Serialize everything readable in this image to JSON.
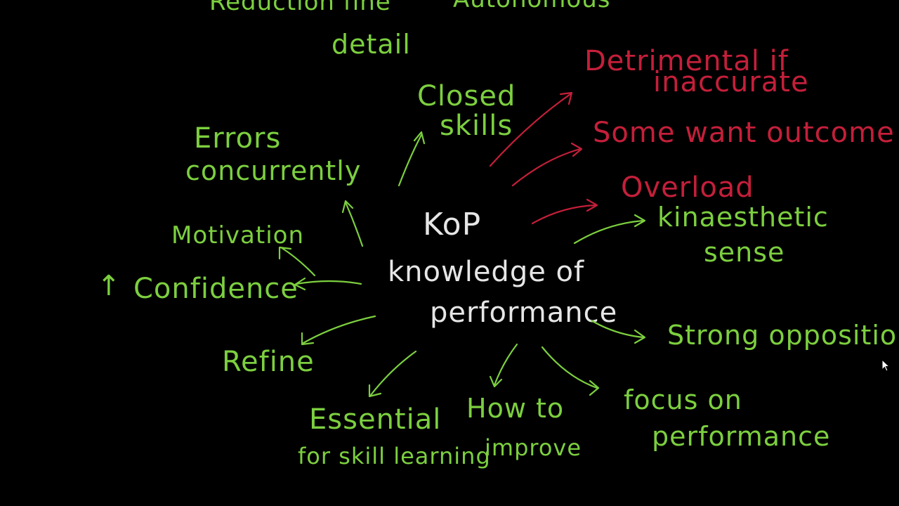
{
  "center": {
    "abbrev": "KoP",
    "line1": "knowledge of",
    "line2": "performance"
  },
  "top_partial": {
    "left_line1": "Reduction fine",
    "left_line2": "detail",
    "right": "Autonomous"
  },
  "labels": {
    "closed_skills_1": "Closed",
    "closed_skills_2": "skills",
    "errors_1": "Errors",
    "errors_2": "concurrently",
    "motivation": "Motivation",
    "confidence_up": "↑",
    "confidence": "Confidence",
    "refine": "Refine",
    "essential_1": "Essential",
    "essential_2": "for skill learning",
    "how_to_1": "How to",
    "how_to_2": "improve",
    "focus_1": "focus on",
    "focus_2": "performance",
    "strong_opposition": "Strong opposition",
    "kinaesthetic_1": "kinaesthetic",
    "kinaesthetic_2": "sense",
    "detrimental_1": "Detrimental if",
    "detrimental_2": "inaccurate",
    "some_want_outcome": "Some want outcome",
    "overload": "Overload"
  },
  "colors": {
    "background": "#000000",
    "positive": "#7ccf3f",
    "negative": "#c41f3a",
    "center": "#e6e6e6"
  }
}
